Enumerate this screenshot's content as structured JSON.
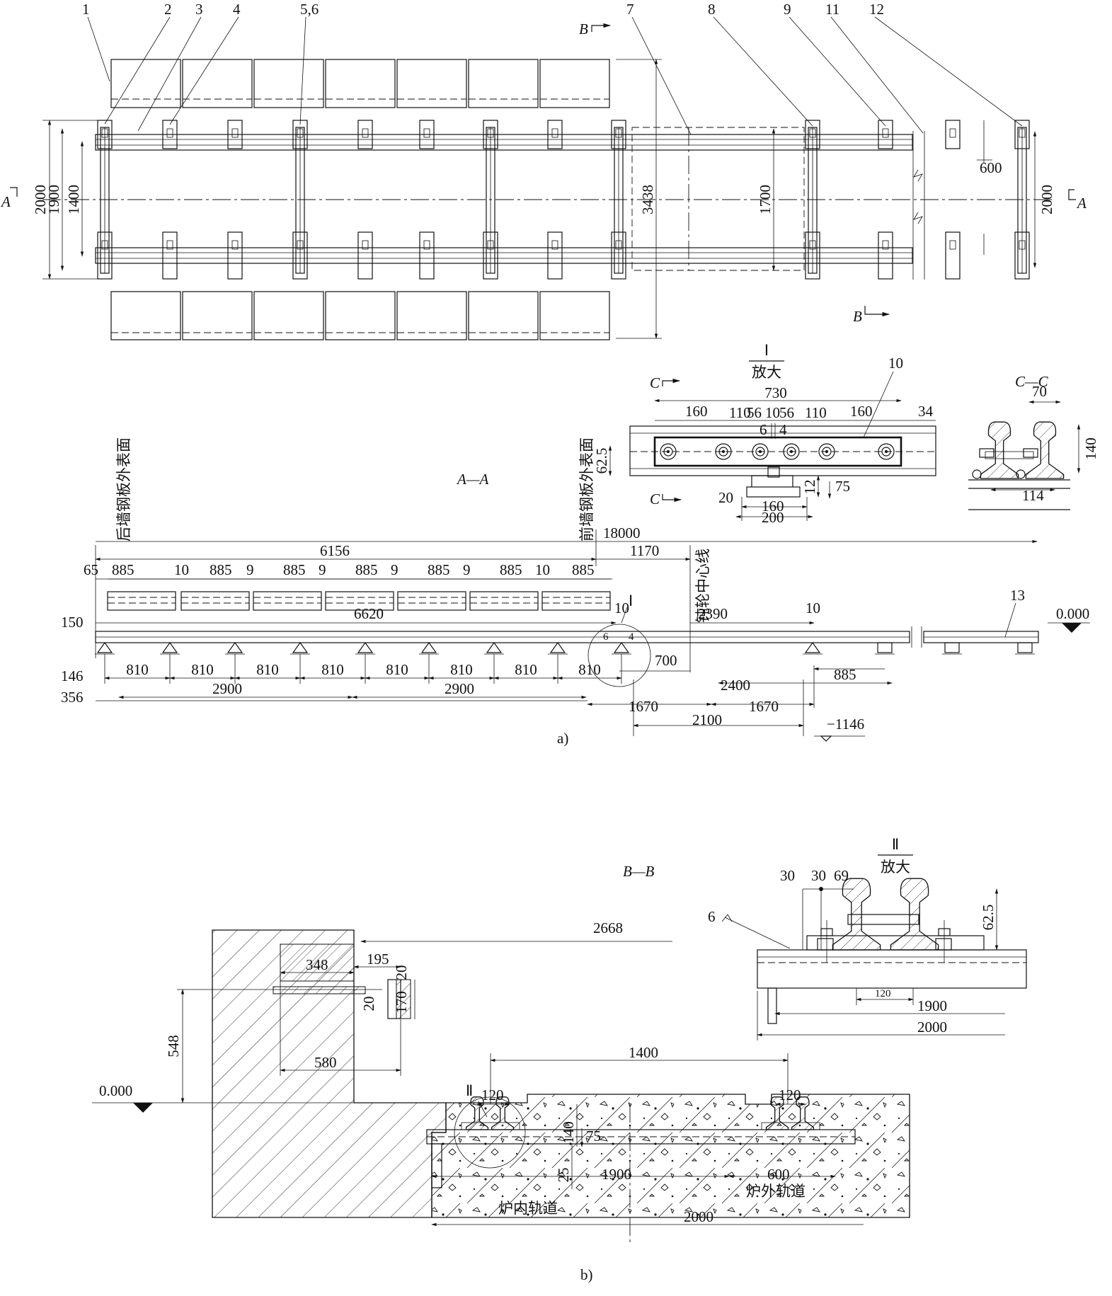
{
  "callouts": [
    "1",
    "2",
    "3",
    "4",
    "5,6",
    "7",
    "8",
    "9",
    "11",
    "12",
    "13",
    "10"
  ],
  "plan_view": {
    "section_B_top": "B",
    "section_B_bottom": "B",
    "section_A_left": "A",
    "section_A_right": "A",
    "dims_left": [
      "2000",
      "1900",
      "1400"
    ],
    "dim_center": "3438",
    "dim_1700": "1700",
    "dim_600": "600",
    "dim_right": "2000"
  },
  "detail_I": {
    "title": "Ⅰ",
    "subtitle": "放大",
    "section_C_top": "C",
    "section_C_bottom": "C",
    "dims": [
      "730",
      "56",
      "10",
      "56",
      "160",
      "110",
      "110",
      "160",
      "34",
      "6",
      "4",
      "62.5",
      "12",
      "75",
      "20",
      "160",
      "200"
    ]
  },
  "section_CC": {
    "title": "C—C",
    "dims": [
      "70",
      "140",
      "114"
    ]
  },
  "section_AA": {
    "title": "A—A",
    "rear_wall_label": "后墙钢板外表面",
    "front_wall_label": "前墙钢板外表面",
    "axle_label": "钝轮中心线",
    "detail_mark": "Ⅰ",
    "elevation_zero": "0.000",
    "elevation_low": "−1146",
    "dim_18000": "18000",
    "dim_6156": "6156",
    "dim_1170": "1170",
    "dim_6620": "6620",
    "dim_2390": "2390",
    "dim_150": "150",
    "dim_65": "65",
    "dim_146": "146",
    "dim_356": "356",
    "dim_10_left": "10",
    "dim_10_right": "10",
    "dim_6": "6",
    "dim_4": "4",
    "dim_700": "700",
    "dim_2400": "2400",
    "dim_885_r": "885",
    "dim_2100": "2100",
    "panel_dims": [
      "885",
      "10",
      "885",
      "9",
      "885",
      "9",
      "885",
      "9",
      "885",
      "9",
      "885",
      "10",
      "885"
    ],
    "support_dims": [
      "810",
      "810",
      "810",
      "810",
      "810",
      "810",
      "810",
      "810"
    ],
    "dims_2900": [
      "2900",
      "2900"
    ],
    "dims_1670": [
      "1670",
      "1670"
    ],
    "caption": "a)"
  },
  "section_BB": {
    "title": "B—B",
    "detail_mark": "Ⅱ",
    "elevation_zero": "0.000",
    "inner_track": "炉内轨道",
    "outer_track": "炉外轨道",
    "dims": {
      "d2668": "2668",
      "d348": "348",
      "d195": "195",
      "d20a": "20",
      "d20b": "20",
      "d170": "170",
      "d548": "548",
      "d580": "580",
      "d1400": "1400",
      "d120a": "120",
      "d120b": "120",
      "d140": "140",
      "d75": "75",
      "d25": "25",
      "d1900": "1900",
      "d600": "600",
      "d2000": "2000"
    },
    "caption": "b)"
  },
  "detail_II": {
    "title": "Ⅱ",
    "subtitle": "放大",
    "weld_mark": "6",
    "dims": {
      "d30a": "30",
      "d30b": "30",
      "d69": "69",
      "d62": "62.5",
      "d120": "120",
      "d1900": "1900",
      "d2000": "2000"
    }
  }
}
